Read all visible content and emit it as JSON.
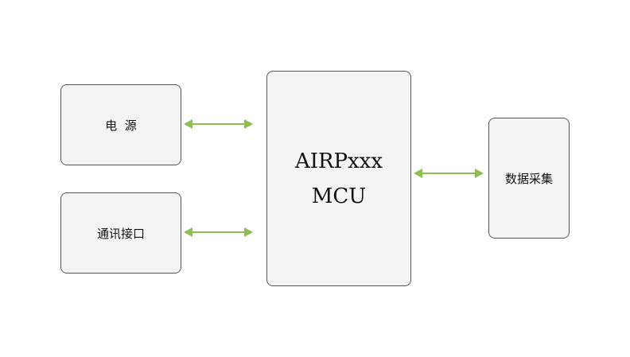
{
  "blocks": {
    "power": "电  源",
    "comm": "通讯接口",
    "mcu_line1": "AIRPxxx",
    "mcu_line2": "MCU",
    "data": "数据采集"
  },
  "colors": {
    "arrow": "#8dbf4e",
    "box_fill": "#f4f4f4",
    "box_border": "#555555"
  }
}
